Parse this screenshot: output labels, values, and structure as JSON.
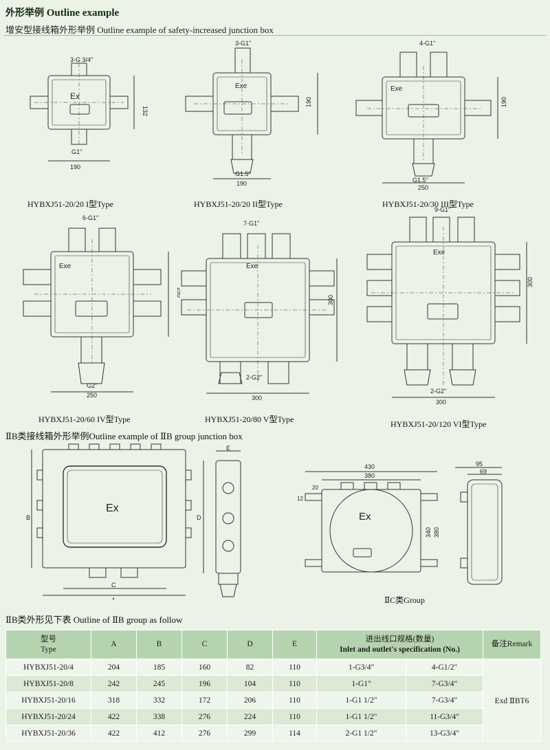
{
  "header": {
    "title_cn": "外形举例",
    "title_en": "Outline example",
    "subtitle": "增安型接线箱外形举例 Outline example of safety-increased junction box"
  },
  "figures": [
    {
      "caption": "HYBXJ51-20/20 I型Type",
      "inlet_label": "3-G 3/4\"",
      "outlet_label": "G1\"",
      "mark": "Ex",
      "width_dim": "190",
      "height_dim": "132"
    },
    {
      "caption": "HYBXJ51-20/20 II型Type",
      "inlet_label": "3-G1\"",
      "outlet_label": "G1.5\"",
      "mark": "Exe",
      "width_dim": "190",
      "height_dim": "190"
    },
    {
      "caption": "HYBXJ51-20/30 III型Type",
      "inlet_label": "4-G1\"",
      "outlet_label": "G1.5\"",
      "mark": "Exe",
      "width_dim": "250",
      "height_dim": "190"
    },
    {
      "caption": "HYBXJ51-20/60 IV型Type",
      "inlet_label": "6-G1\"",
      "outlet_label": "G2\"",
      "mark": "Exe",
      "width_dim": "250",
      "height_dim": "250"
    },
    {
      "caption": "HYBXJ51-20/80 V型Type",
      "inlet_label": "7-G1\"",
      "outlet_label": "2-G2\"",
      "mark": "Exe",
      "width_dim": "300",
      "height_dim": "300"
    },
    {
      "caption": "HYBXJ51-20/120 VI型Type",
      "inlet_label": "9-G1\"",
      "outlet_label": "2-G2\"",
      "mark": "Exe",
      "width_dim": "300",
      "height_dim": "300"
    }
  ],
  "iib_section": {
    "title": "ⅡB类接线箱外形举例Outline example of ⅡB group junction box",
    "mark": "Ex",
    "dims": {
      "a": "A",
      "b": "B",
      "c": "C",
      "d": "D",
      "e": "E"
    }
  },
  "iic_section": {
    "caption": "ⅡC类Group",
    "mark": "Ex",
    "dims": {
      "w1": "430",
      "w2": "380",
      "t1": "20",
      "t2": "12",
      "h1": "340",
      "h2": "380",
      "s1": "95",
      "s2": "69"
    }
  },
  "table_title": "ⅡB类外形见下表 Outline of ⅡB group as follow",
  "table": {
    "headers": {
      "type_cn": "型号",
      "type_en": "Type",
      "a": "A",
      "b": "B",
      "c": "C",
      "d": "D",
      "e": "E",
      "spec_cn": "进出线口规格(数量)",
      "spec_en": "Inlet and outlet's specification (No.)",
      "remark": "备注Remark"
    },
    "rows": [
      {
        "type": "HYBXJ51-20/4",
        "a": "204",
        "b": "185",
        "c": "160",
        "d": "82",
        "e": "110",
        "inlet": "1-G3/4\"",
        "outlet": "4-G1/2\""
      },
      {
        "type": "HYBXJ51-20/8",
        "a": "242",
        "b": "245",
        "c": "196",
        "d": "104",
        "e": "110",
        "inlet": "1-G1\"",
        "outlet": "7-G3/4\""
      },
      {
        "type": "HYBXJ51-20/16",
        "a": "318",
        "b": "332",
        "c": "172",
        "d": "206",
        "e": "110",
        "inlet": "1-G1 1/2\"",
        "outlet": "7-G3/4\""
      },
      {
        "type": "HYBXJ51-20/24",
        "a": "422",
        "b": "338",
        "c": "276",
        "d": "224",
        "e": "110",
        "inlet": "1-G1 1/2\"",
        "outlet": "11-G3/4\""
      },
      {
        "type": "HYBXJ51-20/36",
        "a": "422",
        "b": "412",
        "c": "276",
        "d": "299",
        "e": "114",
        "inlet": "2-G1 1/2\"",
        "outlet": "13-G3/4\""
      }
    ],
    "remark": "Exd ⅡBT6"
  }
}
